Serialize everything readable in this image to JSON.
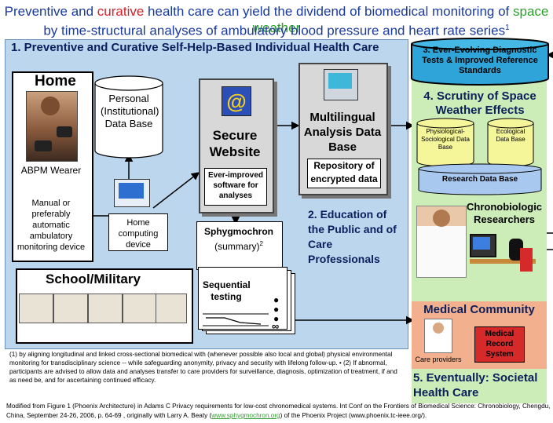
{
  "title": {
    "line1_part1": "Preventive",
    "line1_part2": " and ",
    "line1_part3": "curative",
    "line1_part4": " health care can yield the dividend of biomedical monitoring of ",
    "line1_part5": "space weather",
    "line2": "by time-structural analyses of ambulatory blood pressure and heart rate series",
    "line2_sup": "1"
  },
  "panel_title": "1. Preventive and Curative Self-Help-Based Individual Health Care",
  "home": {
    "heading": "Home",
    "wearer": "ABPM Wearer",
    "device": "Manual or preferably automatic ambulatory monitoring device"
  },
  "personal_db": "Personal (Institutional) Data Base",
  "home_computing": "Home computing device",
  "secure_website": {
    "title": "Secure Website",
    "sub": "Ever-improved software for analyses"
  },
  "multilingual": {
    "title": "Multilingual Analysis Data Base",
    "sub": "Repository of encrypted data"
  },
  "sphygmochron": {
    "title": "Sphygmochron",
    "sub": "(summary)",
    "sup": "2"
  },
  "sequential": {
    "title": "Sequential testing",
    "infinity": "∞"
  },
  "school": "School/Military",
  "education": "2. Education of the Public and of Care Professionals",
  "diagnostic": "3. Ever-Evolving Diagnostic Tests & Improved Reference Standards",
  "scrutiny": "4. Scrutiny of Space Weather Effects",
  "phys_db": "Physiological-Sociological Data Base",
  "eco_db": "Ecological Data Base",
  "research_db": "Research Data Base",
  "chrono": "Chronobiologic Researchers",
  "medical_community": "Medical Community",
  "care_providers": "Care providers",
  "medical_record": "Medical Record System",
  "societal": "5. Eventually: Societal Health Care",
  "footnote": "(1) by aligning longitudinal and linked cross-sectional biomedical with (whenever possible also local and global) physical environmental monitoring for transdisciplinary science -- while safeguarding anonymity, privacy and security with lifelong follow-up. • (2) If abnormal, participants are advised to allow data and analyses transfer to care providers for surveillance, diagnosis, optimization of treatment, if and as need be, and for ascertaining continued efficacy.",
  "credit_part1": "Modified from Figure 1  (Phoenix Architecture) in Adams C  Privacy requirements for low-cost chronomedical systems. Int Conf on the Frontiers of Biomedical Science: Chronobiology, Chengdu, China, September 24-26, 2006, p. 64-69 , originally with Larry A. Beaty (",
  "credit_link": "www.sphygmochron.org",
  "credit_part2": ")  of the Phoenix Project (www.phoenix.tc-ieee.org/).",
  "colors": {
    "title_blue": "#1a3a9c",
    "curative_red": "#d6202a",
    "space_green": "#2e9e2e",
    "panel_blue": "#bcd6ee",
    "right_green": "#ccecb8",
    "medical_orange": "#f3b08e",
    "cylinder_yellow": "#f5f59a",
    "cylinder_blue": "#a9c8f0"
  }
}
